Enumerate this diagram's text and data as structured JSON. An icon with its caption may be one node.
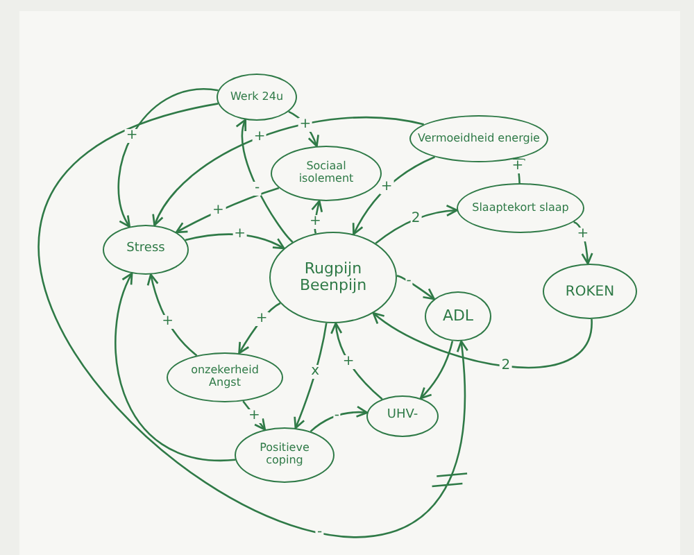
{
  "diagram": {
    "nodes": [
      {
        "text": [
          "Werk 24u"
        ]
      },
      {
        "text": [
          "Sociaal isolement"
        ]
      },
      {
        "text": [
          "Vermoeidheid energie"
        ]
      },
      {
        "text": [
          "Stress"
        ]
      },
      {
        "text": [
          "Rugpijn Beenpijn"
        ]
      },
      {
        "text": [
          "Slaaptekort slaap"
        ]
      },
      {
        "text": [
          "ADL"
        ]
      },
      {
        "text": [
          "ROKEN"
        ]
      },
      {
        "text": [
          "onzekerheid Angst"
        ]
      },
      {
        "text": [
          "UHV-"
        ]
      },
      {
        "text": [
          "Positieve coping"
        ]
      }
    ],
    "edges": [
      {
        "from": 4,
        "to": 0,
        "arrow": "to",
        "label": "-"
      },
      {
        "from": 0,
        "to": 1,
        "arrow": "to",
        "label": "+"
      },
      {
        "from": 4,
        "to": 1,
        "arrow": "to",
        "label": "+"
      },
      {
        "from": 0,
        "to": 3,
        "arrow": "to",
        "label": "+"
      },
      {
        "from": 1,
        "to": 3,
        "arrow": "to",
        "label": "+"
      },
      {
        "from": 2,
        "to": 3,
        "arrow": "to",
        "label": "+"
      },
      {
        "from": 2,
        "to": 4,
        "arrow": "to",
        "label": "+"
      },
      {
        "from": 3,
        "to": 4,
        "arrow": "to",
        "label": "+"
      },
      {
        "from": 4,
        "to": 5,
        "arrow": "to",
        "label": "2"
      },
      {
        "from": 5,
        "to": 2,
        "arrow": "to",
        "label": "+"
      },
      {
        "from": 5,
        "to": 7,
        "arrow": "to",
        "label": "+"
      },
      {
        "from": 4,
        "to": 6,
        "arrow": "to",
        "label": "-"
      },
      {
        "from": 7,
        "to": 4,
        "arrow": "to",
        "label": "2"
      },
      {
        "from": 6,
        "to": 9,
        "arrow": "to"
      },
      {
        "from": 0,
        "to": 6,
        "arrow": "to",
        "label": "-"
      },
      {
        "from": 4,
        "to": 8,
        "arrow": "to",
        "label": "+"
      },
      {
        "from": 8,
        "to": 3,
        "arrow": "to",
        "label": "+"
      },
      {
        "from": 8,
        "to": 10,
        "arrow": "to",
        "label": "+"
      },
      {
        "from": 4,
        "to": 10,
        "arrow": "to",
        "label": "x"
      },
      {
        "from": 10,
        "to": 3,
        "arrow": "to"
      },
      {
        "from": 10,
        "to": 9,
        "arrow": "to",
        "label": "-"
      },
      {
        "from": 9,
        "to": 4,
        "arrow": "to",
        "label": "+"
      }
    ]
  }
}
